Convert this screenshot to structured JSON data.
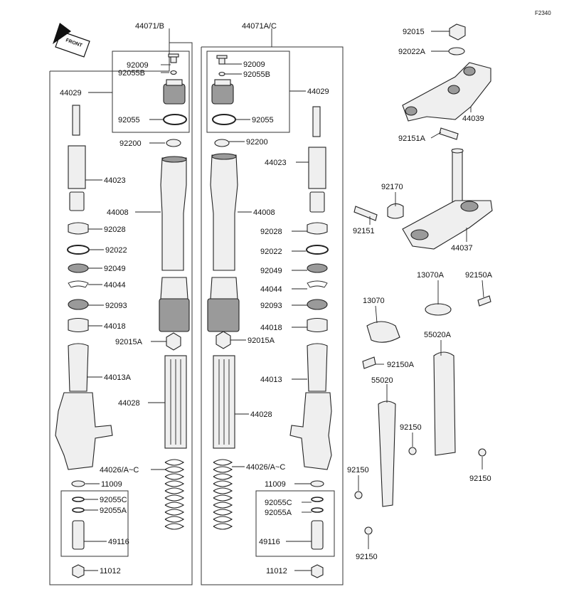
{
  "diagram": {
    "code": "F2340",
    "front_arrow_label": "FRONT",
    "assembly_left": "44071/B",
    "assembly_right": "44071A/C",
    "left_fork": {
      "screw": "92009",
      "oring_small": "92055B",
      "cap_group": "44029",
      "oring_large": "92055",
      "washer": "92200",
      "upper_tube": "44023",
      "inner_tube": "44008",
      "bush_a": "92028",
      "washer_b": "92022",
      "seal": "92049",
      "clip": "44044",
      "dust_seal": "92093",
      "bush_b": "44018",
      "nut": "92015A",
      "protector": "44013A",
      "spacer": "44028",
      "spring": "44026/A~C",
      "ring": "11009",
      "oring_c": "92055C",
      "oring_a": "92055A",
      "valve": "49116",
      "bolt": "11012"
    },
    "right_fork": {
      "screw": "92009",
      "oring_small": "92055B",
      "cap_group": "44029",
      "oring_large": "92055",
      "washer": "92200",
      "upper_tube": "44023",
      "inner_tube": "44008",
      "bush_a": "92028",
      "washer_b": "92022",
      "seal": "92049",
      "clip": "44044",
      "dust_seal": "92093",
      "bush_b": "44018",
      "nut": "92015A",
      "protector": "44013",
      "spacer": "44028",
      "spring": "44026/A~C",
      "ring": "11009",
      "oring_c": "92055C",
      "oring_a": "92055A",
      "valve": "49116",
      "bolt": "11012"
    },
    "steering": {
      "top_nut": "92015",
      "top_washer": "92022A",
      "upper_clamp": "44039",
      "upper_bolt": "92151A",
      "clamp": "92170",
      "stem_bolt": "92151",
      "lower_clamp": "44037",
      "guide_left": "13070",
      "guide_right": "13070A",
      "guide_bolt_a": "92150A",
      "guide_bolt_b": "92150A"
    },
    "guards": {
      "guard_left": "55020",
      "guard_right": "55020A",
      "bolts": [
        "92150",
        "92150",
        "92150",
        "92150"
      ]
    }
  }
}
